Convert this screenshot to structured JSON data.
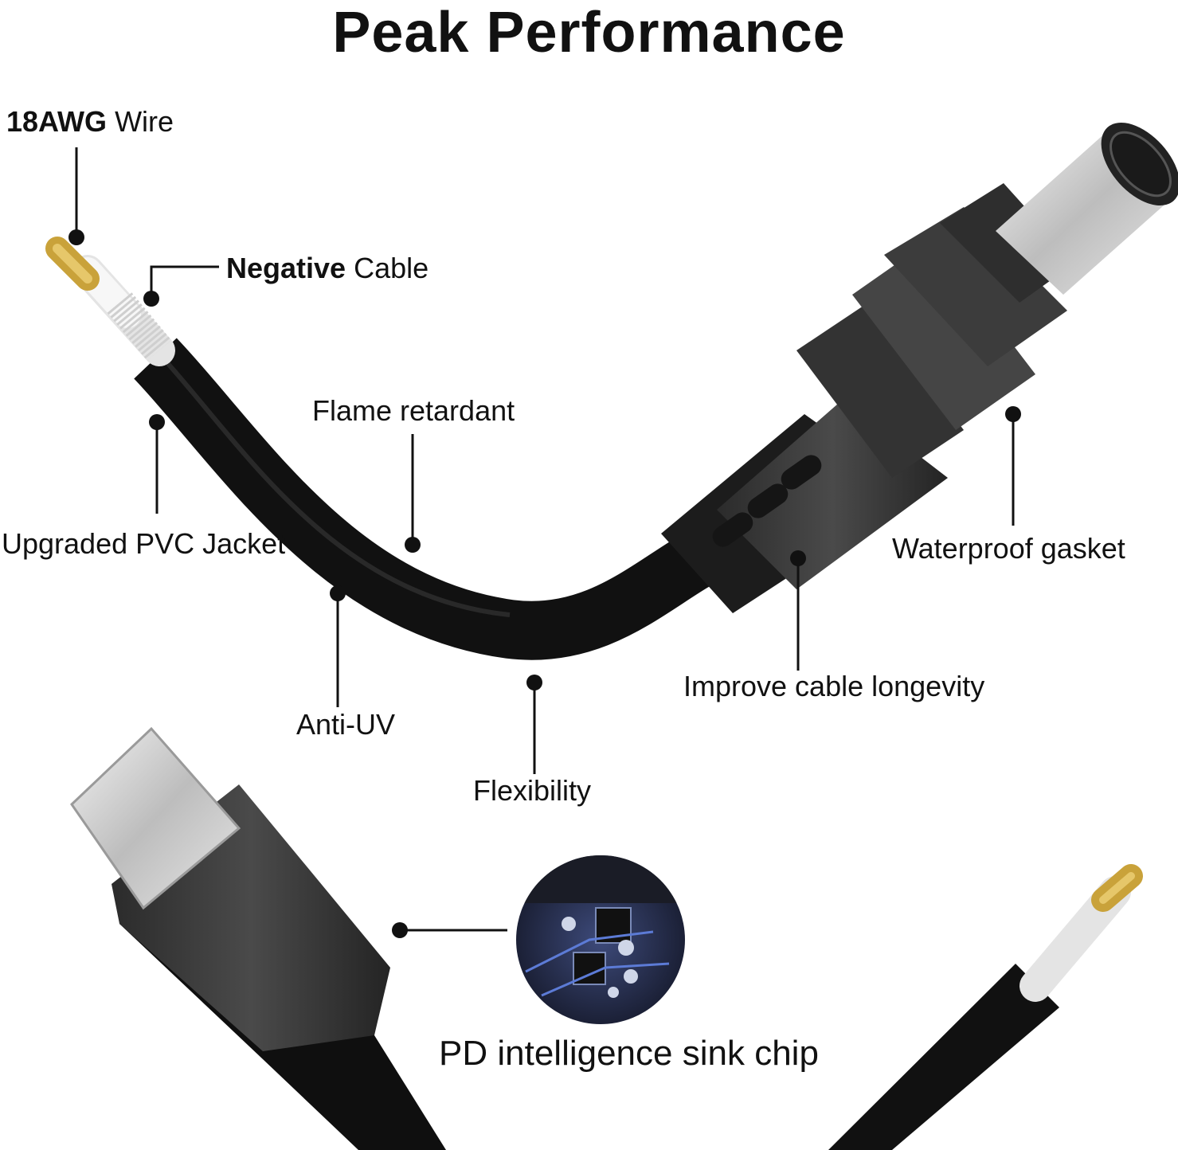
{
  "title": "Peak Performance",
  "labels": {
    "wire_bold": "18AWG",
    "wire_rest": "Wire",
    "negative_bold": "Negative",
    "negative_rest": "Cable",
    "flame": "Flame retardant",
    "pvc": "Upgraded PVC Jacket",
    "waterproof": "Waterproof gasket",
    "longevity": "Improve cable longevity",
    "antiuv": "Anti-UV",
    "flexibility": "Flexibility",
    "chip": "PD intelligence sink chip"
  },
  "colors": {
    "cable": "#111111",
    "connector_body": "#3a3a3a",
    "metal": "#c8c8c8",
    "copper": "#c9a23a",
    "chip_bg": "#2a3350"
  }
}
